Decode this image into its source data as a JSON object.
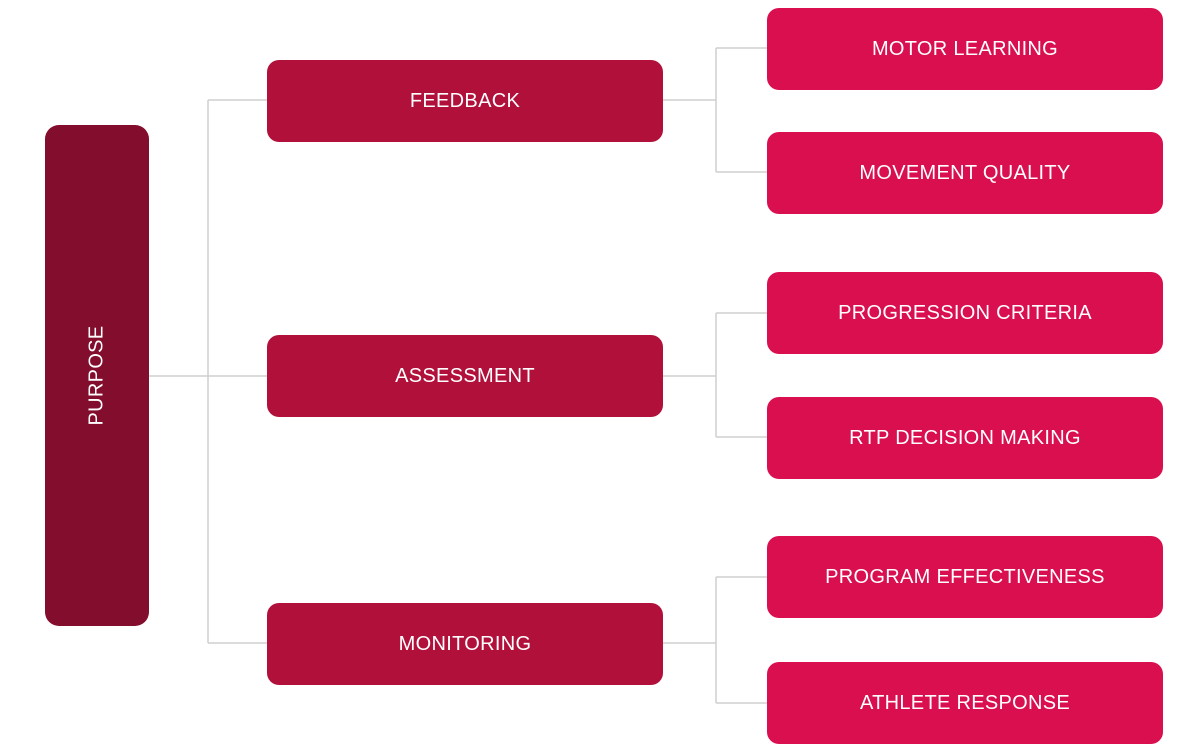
{
  "root": {
    "label": "PURPOSE"
  },
  "branches": [
    {
      "label": "FEEDBACK",
      "children": [
        "MOTOR LEARNING",
        "MOVEMENT QUALITY"
      ]
    },
    {
      "label": "ASSESSMENT",
      "children": [
        "PROGRESSION CRITERIA",
        "RTP DECISION MAKING"
      ]
    },
    {
      "label": "MONITORING",
      "children": [
        "PROGRAM EFFECTIVENESS",
        "ATHLETE RESPONSE"
      ]
    }
  ],
  "colors": {
    "root": "#820d2c",
    "branch": "#b1103b",
    "leaf": "#d90f4f",
    "connector": "#cfcfcf"
  }
}
